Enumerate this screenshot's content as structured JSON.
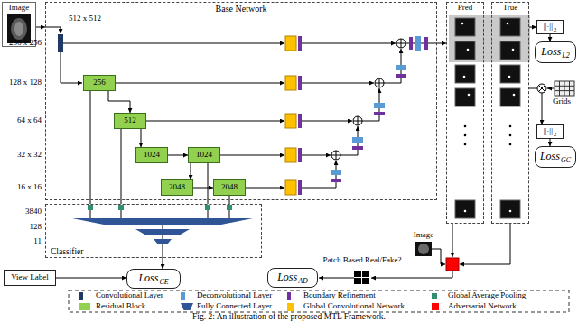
{
  "diagram": {
    "caption": "Fig. 2: An illustration of the proposed MTL Framework.",
    "nodes": [
      {
        "text": [
          "Image"
        ]
      },
      {
        "text": [
          "Base Network"
        ]
      },
      {
        "text": [
          "256"
        ],
        "in": 1
      },
      {
        "text": [
          "512"
        ],
        "in": 1
      },
      {
        "text": [
          "1024"
        ],
        "in": 1
      },
      {
        "text": [
          "1024"
        ],
        "in": 1
      },
      {
        "text": [
          "2048"
        ],
        "in": 1
      },
      {
        "text": [
          "2048"
        ],
        "in": 1
      },
      {
        "text": [
          "Pred"
        ]
      },
      {
        "text": [
          "True"
        ]
      },
      {
        "text": [
          "||·||",
          "2"
        ]
      },
      {
        "text": [
          "Loss",
          "L2"
        ]
      },
      {
        "text": [
          "||·||",
          "2"
        ]
      },
      {
        "text": [
          "Loss",
          "GC"
        ]
      },
      {
        "text": [
          "Classifier"
        ]
      },
      {
        "text": [
          "View Label"
        ]
      },
      {
        "text": [
          "Loss",
          "CE"
        ]
      },
      {
        "text": [
          "Loss",
          "AD"
        ]
      }
    ],
    "edges": [
      {
        "from": 0,
        "to": 1,
        "arrow": "to"
      },
      {
        "from": 2,
        "to": 3,
        "arrow": "to"
      },
      {
        "from": 3,
        "to": 4,
        "arrow": "to"
      },
      {
        "from": 4,
        "to": 5,
        "arrow": "to"
      },
      {
        "from": 5,
        "to": 6,
        "arrow": "to"
      },
      {
        "from": 6,
        "to": 7,
        "arrow": "to"
      },
      {
        "from": 2,
        "to": 14,
        "arrow": "none"
      },
      {
        "from": 3,
        "to": 14,
        "arrow": "none"
      },
      {
        "from": 5,
        "to": 14,
        "arrow": "none"
      },
      {
        "from": 7,
        "to": 14,
        "arrow": "none"
      },
      {
        "from": 1,
        "to": 8,
        "arrow": "to"
      },
      {
        "from": 9,
        "to": 10,
        "arrow": "to"
      },
      {
        "from": 10,
        "to": 11,
        "arrow": "to"
      },
      {
        "from": 9,
        "to": 12,
        "arrow": "to"
      },
      {
        "from": 12,
        "to": 13,
        "arrow": "to"
      },
      {
        "from": 14,
        "to": 16,
        "arrow": "to"
      },
      {
        "from": 15,
        "to": 16,
        "arrow": "to"
      }
    ],
    "labels": [
      "512 x 512",
      "256 x 256",
      "128 x 128",
      "64 x 64",
      "32 x 32",
      "16 x 16",
      "3840",
      "128",
      "11",
      "Grids",
      "Image",
      "Patch Based Real/Fake?"
    ],
    "legend": [
      {
        "text": "Convolutional Layer",
        "color": "#1f3864"
      },
      {
        "text": "Deconvolutional Layer",
        "color": "#5b9bd5"
      },
      {
        "text": "Boundary Refinement",
        "color": "#7030a0"
      },
      {
        "text": "Global Average Pooling",
        "color": "#2f8f6f"
      },
      {
        "text": "Residual Block",
        "color": "#92d050"
      },
      {
        "text": "Fully Connected Layer",
        "color": "#2f5597"
      },
      {
        "text": "Global Convolutional Network",
        "color": "#ffc000"
      },
      {
        "text": "Adversarial Network",
        "color": "#ff0000"
      }
    ]
  }
}
